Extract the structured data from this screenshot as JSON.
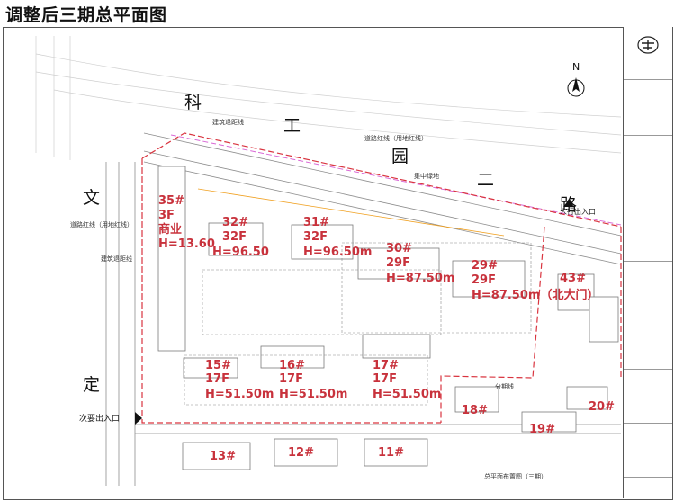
{
  "page_title": "调整后三期总平面图",
  "north": "N",
  "road_name_top": [
    "科",
    "工",
    "园",
    "二",
    "路"
  ],
  "road_name_left": [
    "文",
    "定"
  ],
  "line_labels": {
    "setback_top": "建筑退距线",
    "red_line_top": "道路红线（用地红线）",
    "green_belt": "集中绿地",
    "red_line_left": "道路红线（用地红线）",
    "setback_left": "建筑退距线",
    "phase_line": "分期线",
    "layout_caption": "总平面布置图（三期）"
  },
  "entrances": {
    "main": "人行出入口",
    "secondary": "次要出入口"
  },
  "buildings": [
    {
      "id": "b35",
      "lines": [
        "35#",
        "3F",
        "商业",
        "H=13.60"
      ]
    },
    {
      "id": "b32",
      "lines": [
        "32#",
        "32F",
        "H=96.50"
      ]
    },
    {
      "id": "b31",
      "lines": [
        "31#",
        "32F",
        "H=96.50m"
      ]
    },
    {
      "id": "b30",
      "lines": [
        "30#",
        "29F",
        "H=87.50m"
      ]
    },
    {
      "id": "b29",
      "lines": [
        "29#",
        "29F",
        "H=87.50m（北大门）"
      ]
    },
    {
      "id": "b43",
      "lines": [
        "43#"
      ]
    },
    {
      "id": "b15",
      "lines": [
        "15#",
        "17F",
        "H=51.50m"
      ]
    },
    {
      "id": "b16",
      "lines": [
        "16#",
        "17F",
        "H=51.50m"
      ]
    },
    {
      "id": "b17",
      "lines": [
        "17#",
        "17F",
        "H=51.50m"
      ]
    },
    {
      "id": "b18",
      "lines": [
        "18#"
      ]
    },
    {
      "id": "b19",
      "lines": [
        "19#"
      ]
    },
    {
      "id": "b20",
      "lines": [
        "20#"
      ]
    },
    {
      "id": "b13",
      "lines": [
        "13#"
      ]
    },
    {
      "id": "b12",
      "lines": [
        "12#"
      ]
    },
    {
      "id": "b11",
      "lines": [
        "11#"
      ]
    }
  ],
  "colors": {
    "red_line": "#d9343f",
    "label_red": "#c8323c",
    "magenta_line": "#d96ad6",
    "drawing_gray": "#9a9a9a"
  }
}
